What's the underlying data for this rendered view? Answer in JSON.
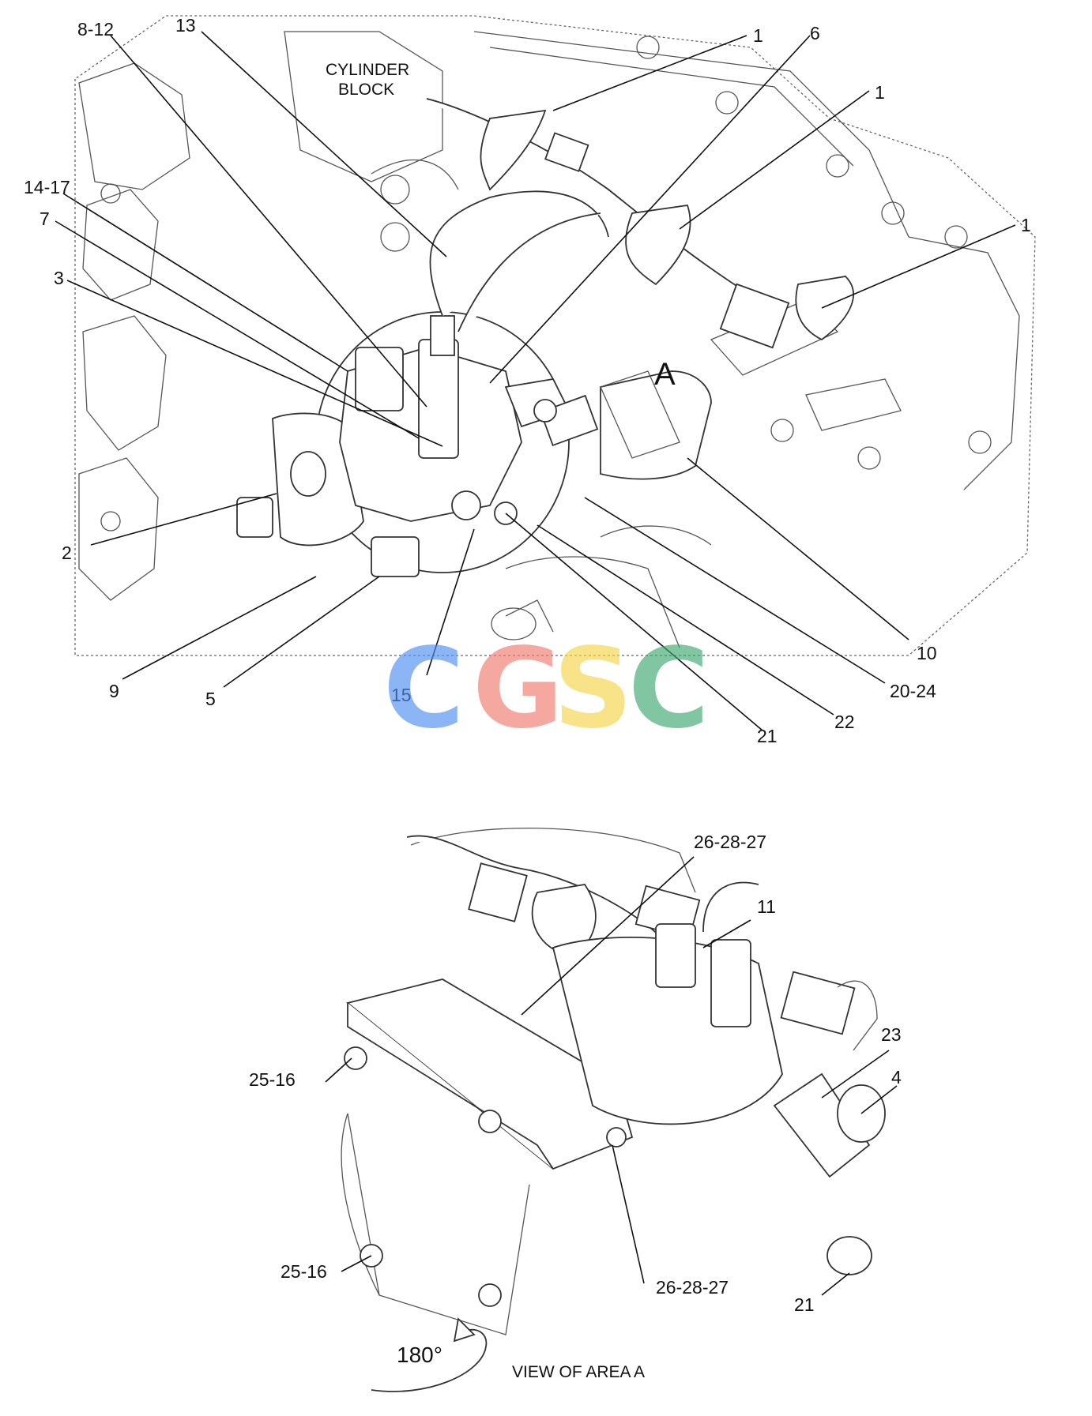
{
  "labels": {
    "cylinder_block_1": "CYLINDER",
    "cylinder_block_2": "BLOCK",
    "area_a": "A",
    "view_of_area_a": "VIEW OF AREA  A",
    "rotation": "180°"
  },
  "callouts_top": {
    "c_8_12": "8-12",
    "c_13": "13",
    "c_1a": "1",
    "c_6": "6",
    "c_1b": "1",
    "c_14_17": "14-17",
    "c_1c": "1",
    "c_7": "7",
    "c_3": "3",
    "c_2": "2",
    "c_9": "9",
    "c_5": "5",
    "c_15": "15",
    "c_10": "10",
    "c_20_24": "20-24",
    "c_22": "22",
    "c_21": "21"
  },
  "callouts_bottom": {
    "c_26_28_27_top": "26-28-27",
    "c_11": "11",
    "c_23": "23",
    "c_4": "4",
    "c_25_16_top": "25-16",
    "c_25_16_bottom": "25-16",
    "c_26_28_27_bottom": "26-28-27",
    "c_21": "21"
  },
  "watermark": {
    "letters": [
      "C",
      "G",
      "S",
      "C"
    ],
    "colors": [
      "#4f8ff0",
      "#f07a6e",
      "#f7d54a",
      "#3fa971"
    ]
  }
}
